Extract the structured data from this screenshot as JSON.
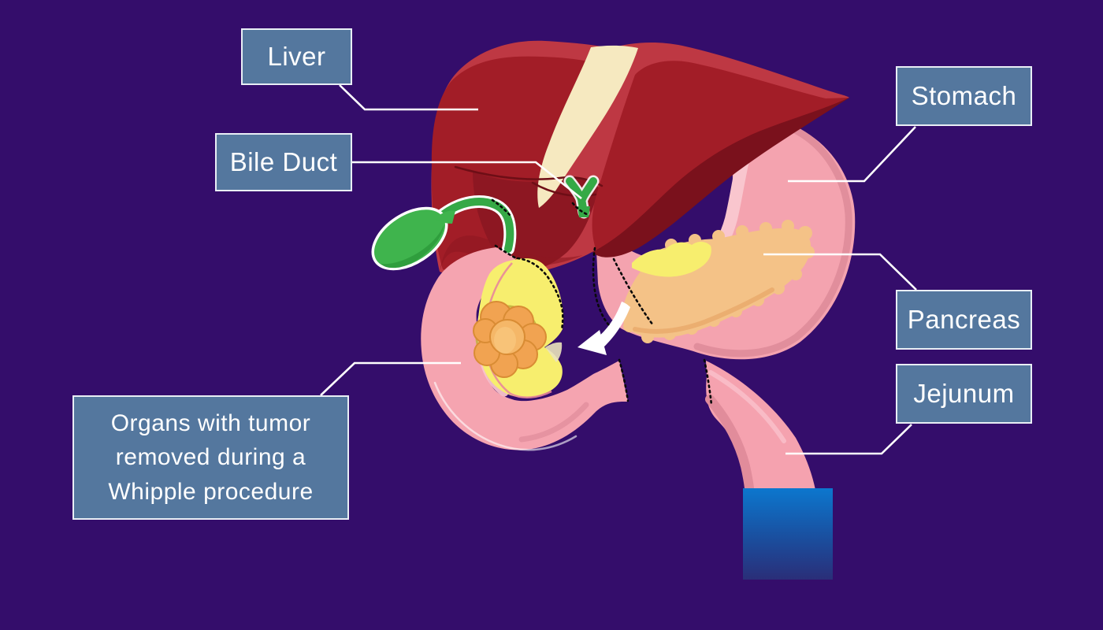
{
  "callouts": {
    "liver": {
      "label": "Liver"
    },
    "bile_duct": {
      "label": "Bile Duct"
    },
    "stomach": {
      "label": "Stomach"
    },
    "pancreas": {
      "label": "Pancreas"
    },
    "jejunum": {
      "label": "Jejunum"
    },
    "note": {
      "label": "Organs with tumor removed during a Whipple procedure"
    }
  },
  "style": {
    "background": "#340d6b",
    "label_fill": "#54779E",
    "label_border": "#E9EEF5",
    "label_text": "#FFFFFF",
    "leader_line": "#FFFFFF",
    "cut_marks": "#0a0a0a"
  },
  "illustration": {
    "depicts": "Organs involved in a Whipple procedure with dotted resection lines",
    "organs": [
      "liver",
      "gallbladder",
      "bile-duct",
      "stomach",
      "pancreas",
      "duodenum",
      "jejunum",
      "tumor"
    ],
    "colors": {
      "liver": "#A21D27",
      "liver_highlight": "#BE3843",
      "liver_shadow": "#7A111C",
      "falciform_ligament": "#F6E9C0",
      "gallbladder": "#3FB44D",
      "stomach": "#F4A3AF",
      "stomach_shade": "#E18E9C",
      "stomach_highlight": "#F9C6CE",
      "pancreas_body": "#F4C287",
      "pancreas_cut_surface": "#F7EE6E",
      "tumor": "#F1A351",
      "jejunum": "#F5A2AF",
      "continuation_block_top": "#0C74C9",
      "continuation_block_bottom": "#2A2E78"
    }
  }
}
